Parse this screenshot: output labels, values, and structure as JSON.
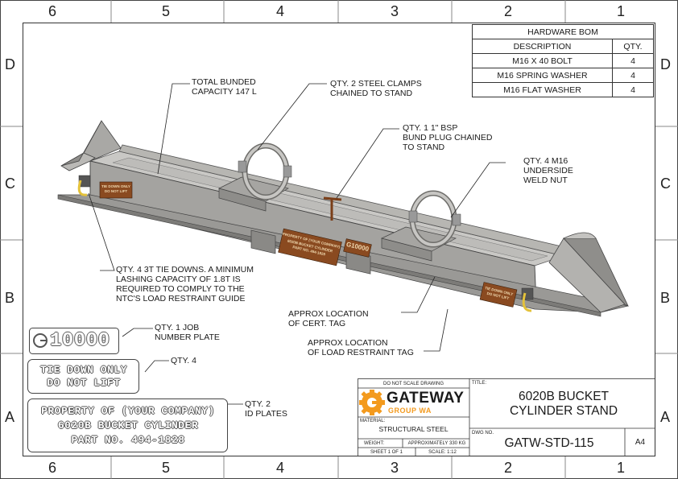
{
  "zones": {
    "columns": [
      "6",
      "5",
      "4",
      "3",
      "2",
      "1"
    ],
    "rows": [
      "D",
      "C",
      "B",
      "A"
    ]
  },
  "bom": {
    "title": "HARDWARE BOM",
    "headers": [
      "DESCRIPTION",
      "QTY."
    ],
    "rows": [
      [
        "M16 X 40 BOLT",
        "4"
      ],
      [
        "M16 SPRING WASHER",
        "4"
      ],
      [
        "M16 FLAT WASHER",
        "4"
      ]
    ]
  },
  "callouts": {
    "bunded": [
      "TOTAL BUNDED",
      "CAPACITY 147 L"
    ],
    "clamps": [
      "QTY. 2 STEEL CLAMPS",
      "CHAINED TO STAND"
    ],
    "plug": [
      "QTY. 1 1\" BSP",
      "BUND PLUG CHAINED",
      "TO STAND"
    ],
    "weldnut": [
      "QTY. 4 M16",
      "UNDERSIDE",
      "WELD NUT"
    ],
    "tiedowns": [
      "QTY. 4 3T TIE DOWNS. A MINIMUM",
      "LASHING CAPACITY OF 1.8T IS",
      "REQUIRED TO COMPLY TO THE",
      "NTC'S LOAD RESTRAINT GUIDE"
    ],
    "cert": [
      "APPROX LOCATION",
      "OF CERT. TAG"
    ],
    "restraint": [
      "APPROX LOCATION",
      "OF LOAD RESTRAINT TAG"
    ],
    "jobplate": [
      "QTY. 1 JOB",
      "NUMBER PLATE"
    ],
    "tieplate": [
      "QTY. 4"
    ],
    "idplate": [
      "QTY. 2",
      "ID PLATES"
    ]
  },
  "plates": {
    "job_number": "10000",
    "tie_down": [
      "TIE DOWN ONLY",
      "DO NOT LIFT"
    ],
    "id": [
      "PROPERTY OF (YOUR COMPANY)",
      "6020B BUCKET CYLINDER",
      "PART NO. 494-1828"
    ]
  },
  "model_labels": {
    "id_plate_small": [
      "PROPERTY OF (YOUR COMPANY)",
      "6020B BUCKET CYLINDER",
      "PART NO. 494-1828"
    ],
    "tie_small_left": [
      "TIE DOWN ONLY",
      "DO NOT LIFT"
    ],
    "tie_small_right": [
      "TIE DOWN ONLY",
      "DO NOT LIFT"
    ],
    "job_small": "G10000"
  },
  "title_block": {
    "do_not_scale": "DO NOT SCALE DRAWING",
    "title_label": "TITLE:",
    "title": [
      "6020B BUCKET",
      "CYLINDER STAND"
    ],
    "logo_name": "GATEWAY",
    "logo_sub": "GROUP WA",
    "material_label": "MATERIAL:",
    "material": "STRUCTURAL STEEL",
    "weight_label": "WEIGHT:",
    "weight": "APPROXIMATELY 330 KG",
    "sheet": "SHEET 1 OF 1",
    "scale": "SCALE: 1:12",
    "dwg_label": "DWG NO.",
    "dwg_no": "GATW-STD-115",
    "size": "A4"
  },
  "colors": {
    "steel_light": "#cfcfcd",
    "steel_mid": "#a9a8a5",
    "steel_dark": "#6e6d6a",
    "tag_brown": "#8a4a20",
    "brand_orange": "#f39a1e",
    "yellow_ring": "#e4c23a"
  }
}
